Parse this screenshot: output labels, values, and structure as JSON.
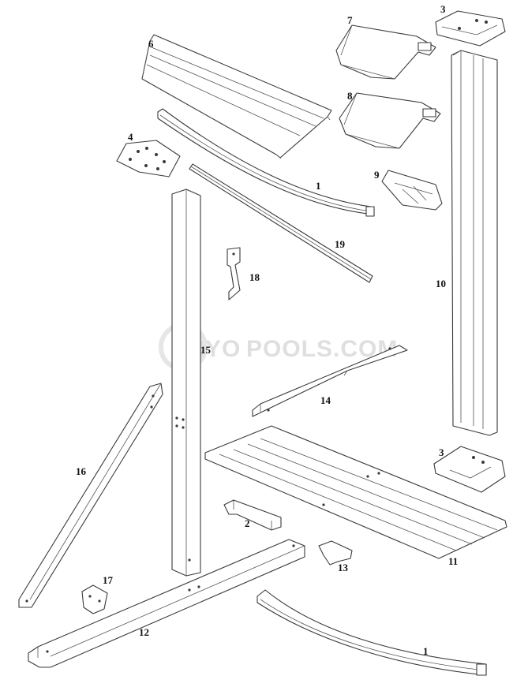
{
  "watermark": {
    "text_part1": "INYO",
    "text_part2": "POOLS.COM",
    "color": "#dcdcdc"
  },
  "callouts": {
    "part_1_top": "1",
    "part_1_bottom": "1",
    "part_2": "2",
    "part_3_top": "3",
    "part_3_bottom": "3",
    "part_4": "4",
    "part_6": "6",
    "part_7": "7",
    "part_8": "8",
    "part_9": "9",
    "part_10": "10",
    "part_11": "11",
    "part_12": "12",
    "part_13": "13",
    "part_14": "14",
    "part_15": "15",
    "part_16": "16",
    "part_17": "17",
    "part_18": "18",
    "part_19": "19"
  },
  "colors": {
    "line": "#3a3a3a",
    "fill": "#ffffff",
    "label": "#111111"
  }
}
